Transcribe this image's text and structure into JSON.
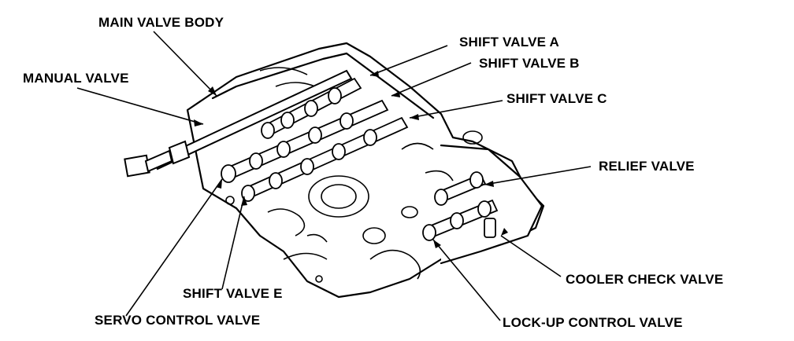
{
  "labels": {
    "main_valve_body": "MAIN VALVE BODY",
    "manual_valve": "MANUAL VALVE",
    "shift_valve_a": "SHIFT VALVE A",
    "shift_valve_b": "SHIFT VALVE B",
    "shift_valve_c": "SHIFT VALVE C",
    "relief_valve": "RELIEF VALVE",
    "cooler_check_valve": "COOLER CHECK VALVE",
    "lock_up_control_valve": "LOCK-UP CONTROL VALVE",
    "shift_valve_e": "SHIFT VALVE E",
    "servo_control_valve": "SERVO CONTROL VALVE"
  },
  "colors": {
    "ink": "#000000",
    "paper": "#ffffff"
  }
}
